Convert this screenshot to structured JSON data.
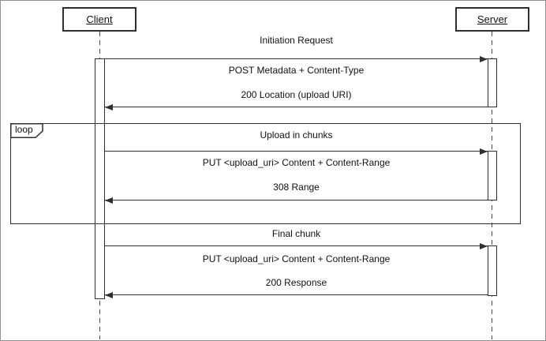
{
  "diagram": {
    "type": "uml-sequence-diagram",
    "actors": {
      "client": {
        "label": "Client"
      },
      "server": {
        "label": "Server"
      }
    },
    "sections": {
      "initiation": {
        "title": "Initiation Request",
        "request": "POST Metadata + Content-Type",
        "response": "200 Location (upload URI)"
      },
      "upload_loop": {
        "fragment": "loop",
        "title": "Upload in chunks",
        "request": "PUT <upload_uri> Content + Content-Range",
        "response": "308 Range"
      },
      "final": {
        "title": "Final chunk",
        "request": "PUT <upload_uri> Content + Content-Range",
        "response": "200 Response"
      }
    },
    "colors": {
      "line": "#2e2e2e",
      "background": "#ffffff",
      "frame": "#8f8f8f"
    }
  }
}
